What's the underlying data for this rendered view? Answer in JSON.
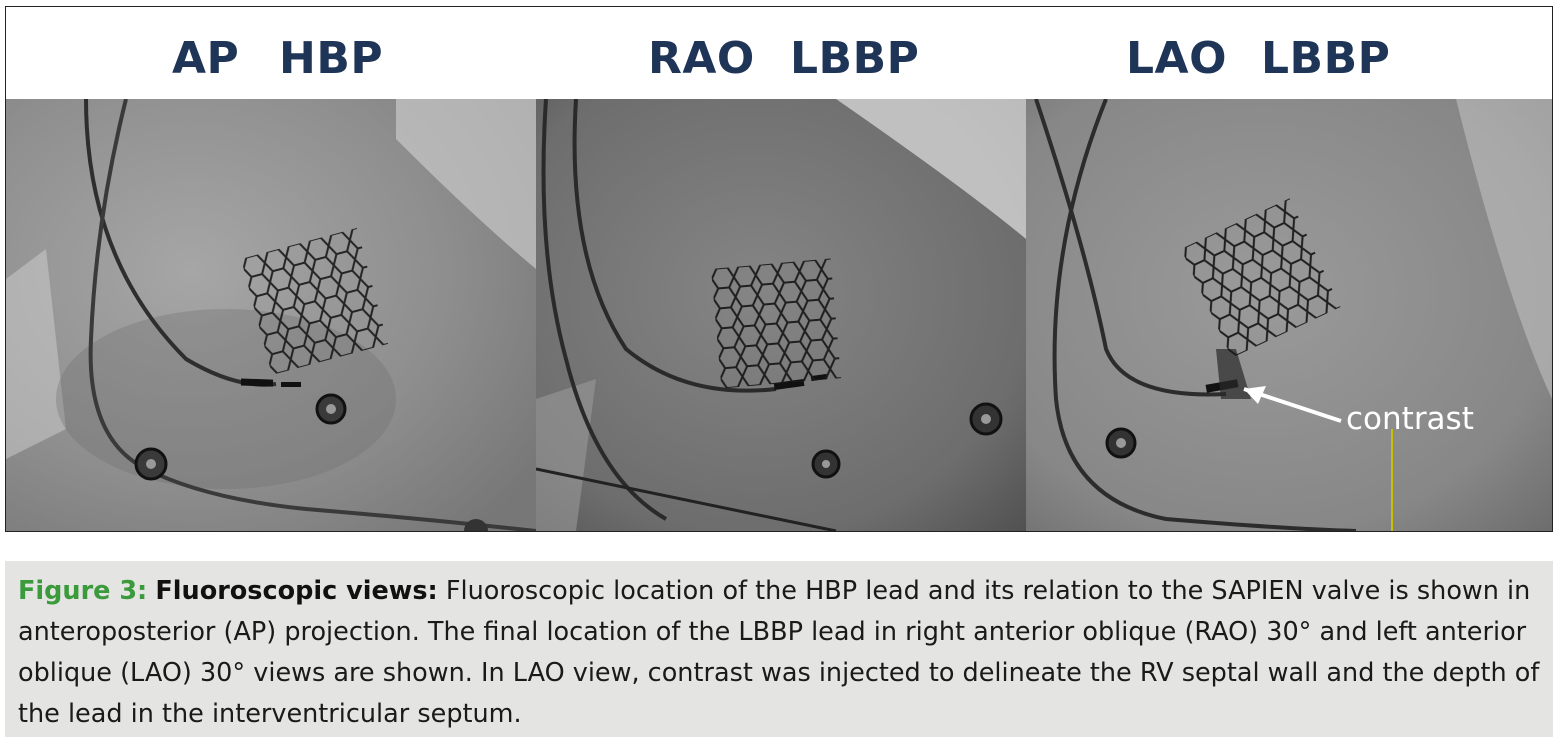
{
  "panels": [
    {
      "label_view": "AP",
      "label_pacing": "HBP"
    },
    {
      "label_view": "RAO",
      "label_pacing": "LBBP"
    },
    {
      "label_view": "LAO",
      "label_pacing": "LBBP"
    }
  ],
  "annotation": {
    "text": "contrast",
    "arrow_color": "#ffffff",
    "line_color": "#c8c000"
  },
  "caption": {
    "figure_label": "Figure 3:",
    "title": "Fluoroscopic views:",
    "body": "Fluoroscopic location of the HBP lead and its relation to the SAPIEN valve is shown in anteroposterior (AP) projection. The final location of the LBBP lead in right anterior oblique (RAO) 30° and left anterior oblique (LAO) 30° views are shown. In LAO view, contrast was injected to delineate the RV septal wall and the depth of the lead in the interventricular septum."
  },
  "colors": {
    "title": "#1f3557",
    "figure_label": "#3a9a3c",
    "caption_bg": "#e4e4e2"
  }
}
